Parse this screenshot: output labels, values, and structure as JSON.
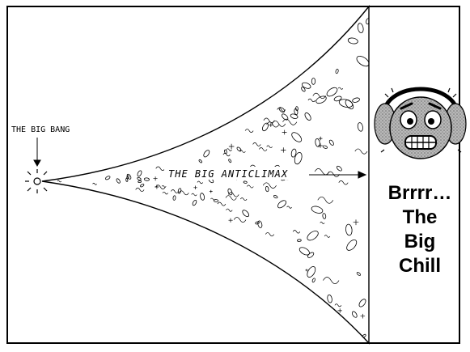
{
  "labels": {
    "big_bang": "THE BIG BANG",
    "anticlimax": "THE BIG ANTICLIMAX",
    "chill_lines": [
      "Brrrr…",
      "The",
      "Big",
      "Chill"
    ]
  },
  "icons": {
    "emoticon": "shivering-face-with-earmuffs-icon"
  },
  "colors": {
    "ink": "#000000",
    "face": "#9a9a9a",
    "earmuff": "#7a7a7a",
    "background": "#ffffff"
  }
}
